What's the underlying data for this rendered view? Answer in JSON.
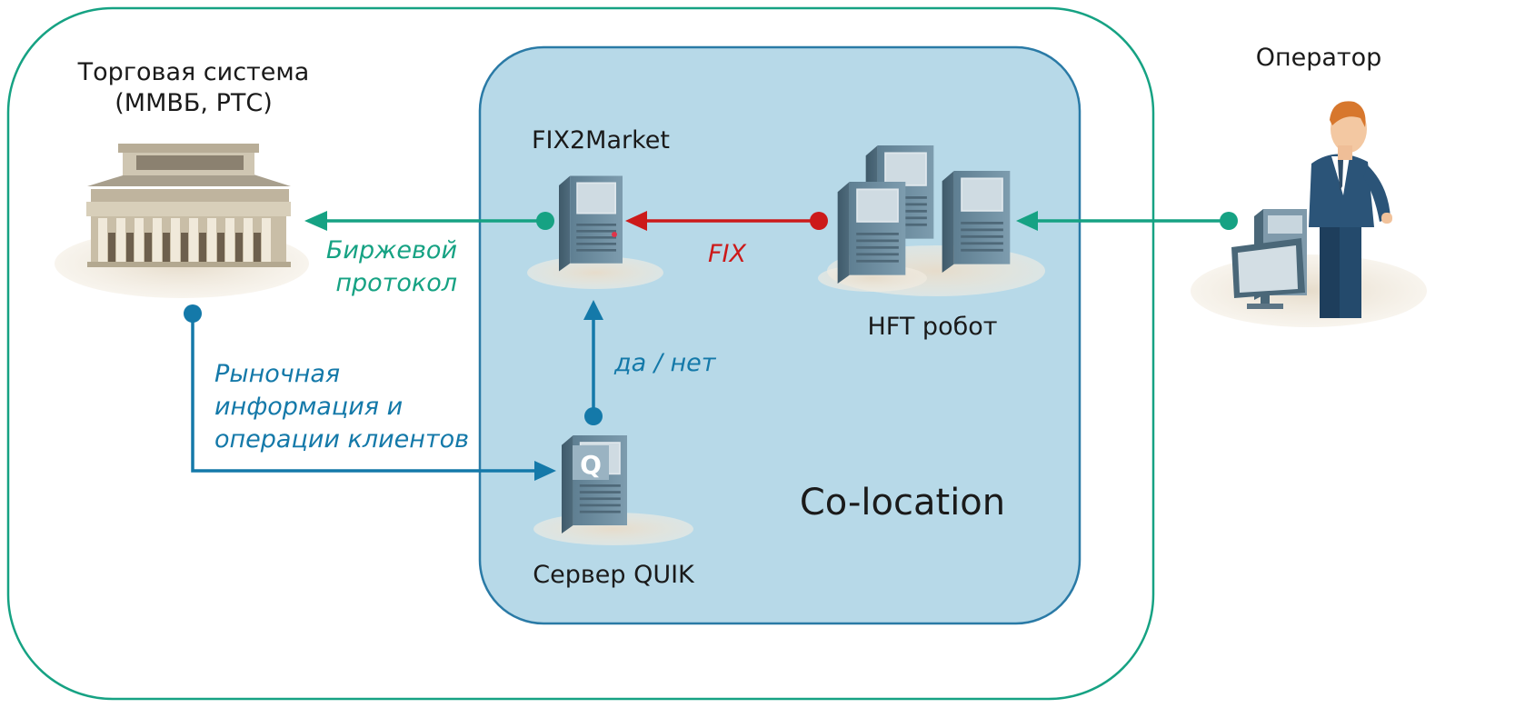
{
  "colors": {
    "green": "#16a283",
    "red": "#cc1a1a",
    "blue": "#1479a9",
    "colo_fill": "#b7d9e8",
    "colo_stroke": "#2a7aa6",
    "outer_stroke": "#16a283"
  },
  "nodes": {
    "exchange_line1": "Торговая система",
    "exchange_line2": "(ММВБ, РТС)",
    "fix2market": "FIX2Market",
    "hft_robot": "HFT робот",
    "operator": "Оператор",
    "quik_server": "Сервер QUIK",
    "quik_logo": "Q"
  },
  "edges": {
    "exchange_protocol_line1": "Биржевой",
    "exchange_protocol_line2": "протокол",
    "fix": "FIX",
    "yes_no": "да / нет",
    "market_info_line1": "Рыночная",
    "market_info_line2": "информация и",
    "market_info_line3": "операции клиентов"
  },
  "regions": {
    "colocation": "Co-location"
  },
  "icons": {
    "exchange": "exchange-building-icon",
    "server": "server-tower-icon",
    "operator": "person-at-computer-icon"
  }
}
